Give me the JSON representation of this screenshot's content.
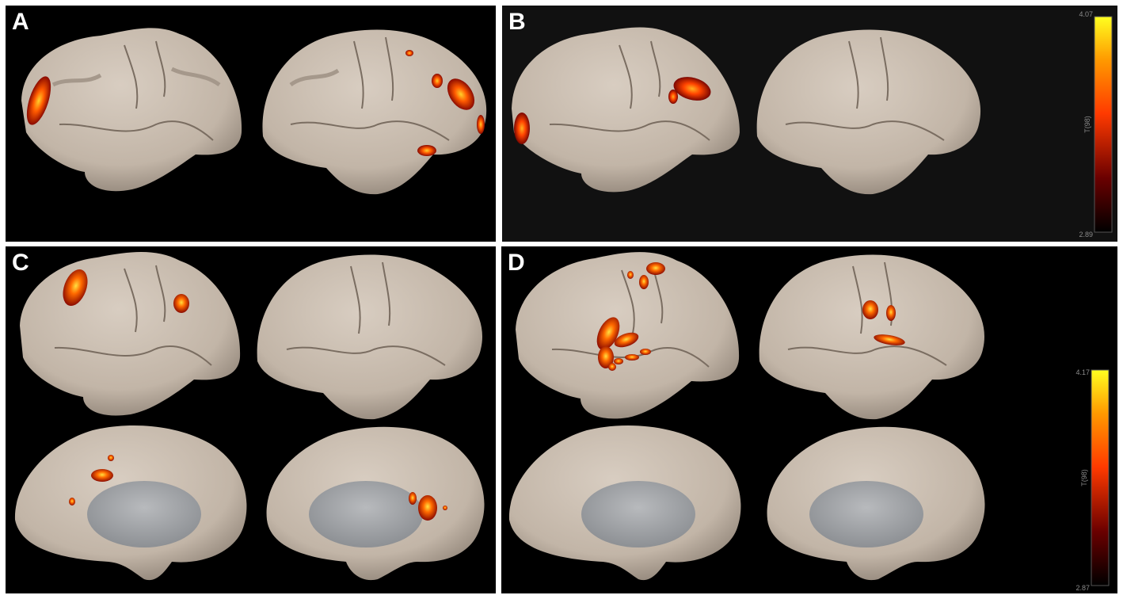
{
  "panels": {
    "a": {
      "label": "A",
      "background": "#000000"
    },
    "b": {
      "label": "B",
      "background": "#111111"
    },
    "c": {
      "label": "C",
      "background": "#000000"
    },
    "d": {
      "label": "D",
      "background": "#000000"
    }
  },
  "colorbars": {
    "b": {
      "max": "4.07",
      "min": "2.89",
      "label": "T(98)"
    },
    "d": {
      "max": "4.17",
      "min": "2.87",
      "label": "T(98)"
    }
  },
  "colors": {
    "cortex": "#c9bdb0",
    "sulcus": "#a99b8d",
    "midline": "#9ea0a4",
    "activation_low": "#5a0000",
    "activation_mid": "#ff5a00",
    "activation_high": "#ffff30"
  }
}
